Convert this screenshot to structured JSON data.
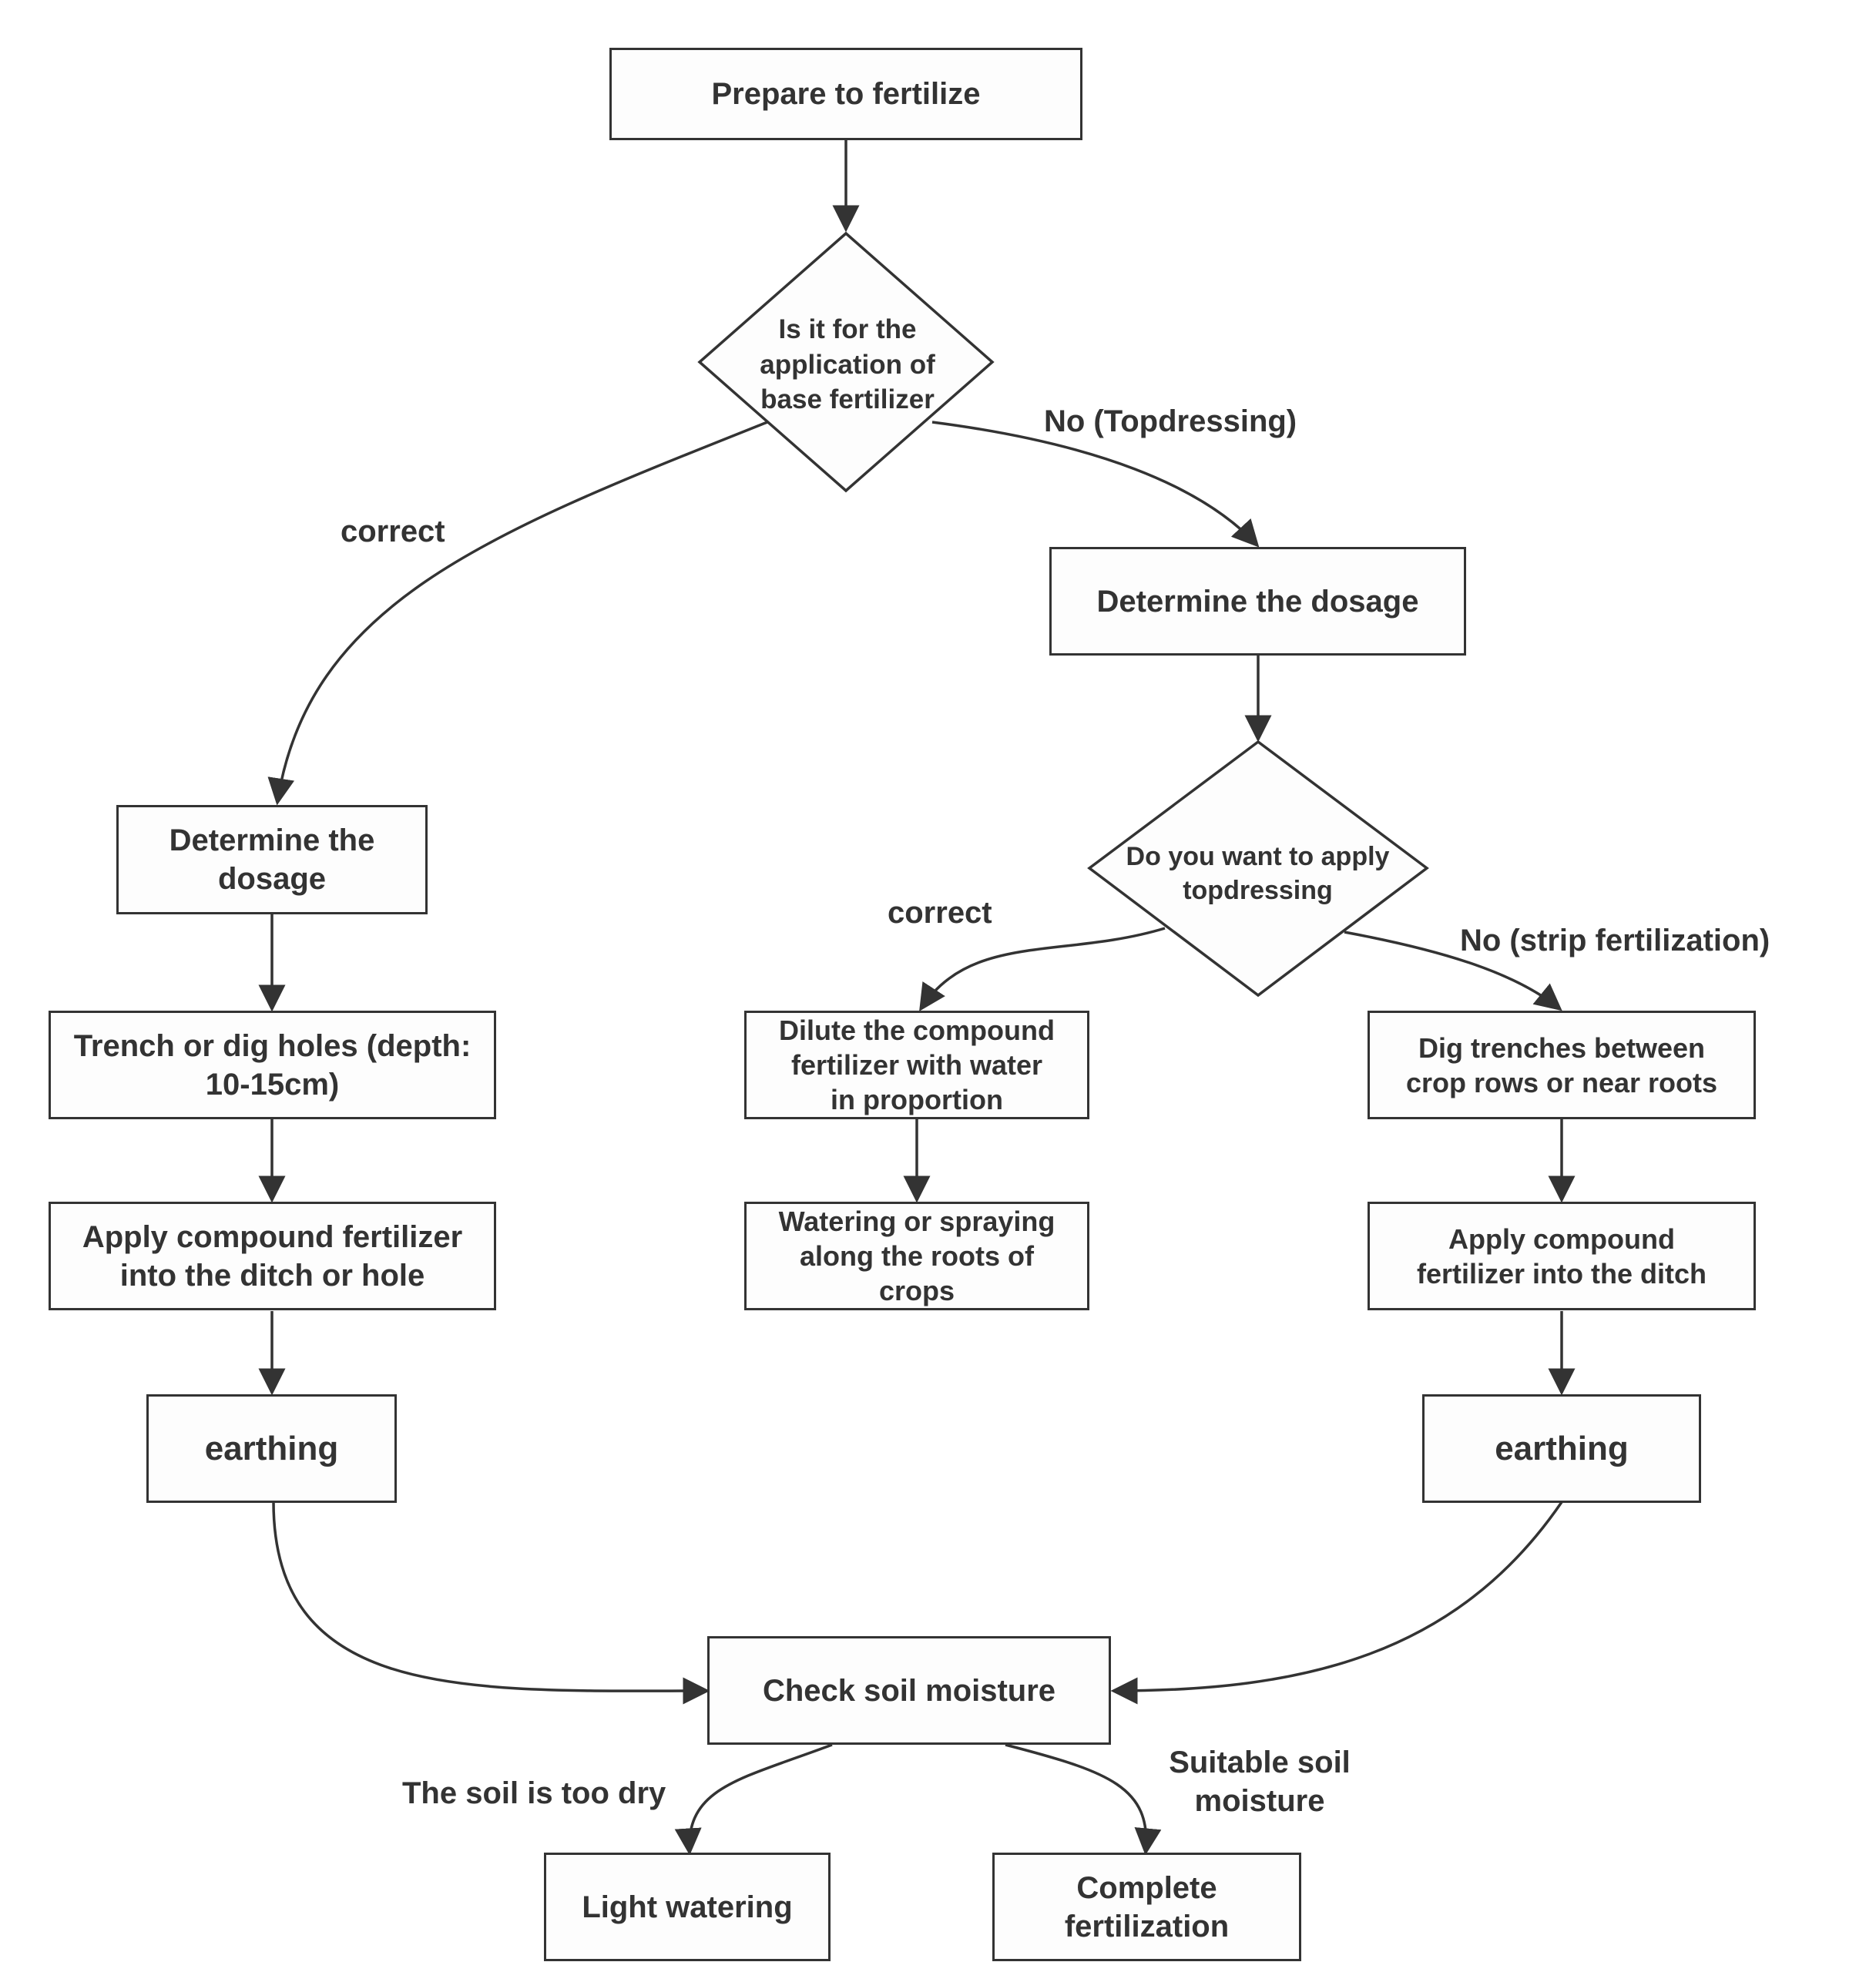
{
  "nodes": {
    "start": "Prepare to fertilize",
    "decision_base": "Is it for the\napplication of\nbase fertilizer",
    "left_dosage": "Determine the\ndosage",
    "right_dosage": "Determine the dosage",
    "decision_topdressing": "Do you want to apply\ntopdressing",
    "trench": "Trench or dig holes (depth:\n10-15cm)",
    "dilute": "Dilute the compound\nfertilizer with water\nin proportion",
    "dig_trenches": "Dig trenches between\ncrop rows or near roots",
    "apply_left": "Apply compound fertilizer\ninto the ditch or hole",
    "watering": "Watering or spraying\nalong the roots of\ncrops",
    "apply_right": "Apply compound\nfertilizer into the ditch",
    "earthing_left": "earthing",
    "earthing_right": "earthing",
    "check": "Check soil moisture",
    "light_watering": "Light watering",
    "complete": "Complete\nfertilization"
  },
  "edge_labels": {
    "base_yes": "correct",
    "base_no": "No (Topdressing)",
    "top_yes": "correct",
    "top_no": "No (strip fertilization)",
    "too_dry": "The soil is too dry",
    "suitable": "Suitable soil\nmoisture"
  },
  "colors": {
    "stroke": "#333333",
    "fill": "#fdfdfd",
    "text": "#333333"
  }
}
